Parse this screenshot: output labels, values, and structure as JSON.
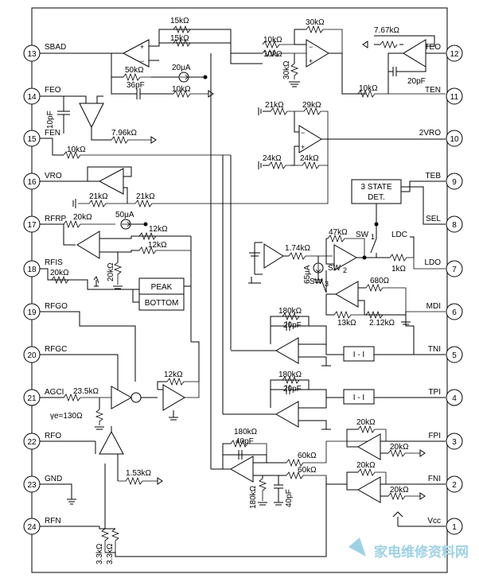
{
  "pins_left": [
    {
      "num": "13",
      "name": "SBAD"
    },
    {
      "num": "14",
      "name": "FEO"
    },
    {
      "num": "15",
      "name": "FEN"
    },
    {
      "num": "16",
      "name": "VRO"
    },
    {
      "num": "17",
      "name": "RFRP"
    },
    {
      "num": "18",
      "name": "RFIS"
    },
    {
      "num": "19",
      "name": "RFGO"
    },
    {
      "num": "20",
      "name": "RFGC"
    },
    {
      "num": "21",
      "name": "AGCI"
    },
    {
      "num": "22",
      "name": "RFO"
    },
    {
      "num": "23",
      "name": "GND"
    },
    {
      "num": "24",
      "name": "RFN"
    }
  ],
  "pins_right": [
    {
      "num": "12",
      "name": "TEO"
    },
    {
      "num": "11",
      "name": "TEN"
    },
    {
      "num": "10",
      "name": "2VRO"
    },
    {
      "num": "9",
      "name": "TEB"
    },
    {
      "num": "8",
      "name": "SEL"
    },
    {
      "num": "7",
      "name": "LDO"
    },
    {
      "num": "6",
      "name": "MDI"
    },
    {
      "num": "5",
      "name": "TNI"
    },
    {
      "num": "4",
      "name": "TPI"
    },
    {
      "num": "3",
      "name": "FPI"
    },
    {
      "num": "2",
      "name": "FNI"
    },
    {
      "num": "1",
      "name": "Vcc"
    }
  ],
  "labels": {
    "sbad_15k_a": "15kΩ",
    "sbad_15k_b": "15kΩ",
    "sbad_50k": "50kΩ",
    "sbad_36p": "36pF",
    "sbad_20ua": "20μA",
    "sbad_10k": "10kΩ",
    "te_30k": "30kΩ",
    "te_10k_a": "10kΩ",
    "te_10k_b": "10kΩ",
    "te_30k_v": "30kΩ",
    "teo_767k": "7.67kΩ",
    "teo_20p": "20pF",
    "ten_10k": "10kΩ",
    "fe_10p": "10pF",
    "fe_796k": "7.96kΩ",
    "fe_10k": "10kΩ",
    "vr_21k": "21kΩ",
    "vr_29k": "29kΩ",
    "vr_24k_a": "24kΩ",
    "vr_24k_b": "24kΩ",
    "vro_21k_a": "21kΩ",
    "vro_21k_b": "21kΩ",
    "rfrp_20k": "20kΩ",
    "rfrp_50ua": "50μA",
    "rfrp_12k_a": "12kΩ",
    "rfrp_12k_b": "12kΩ",
    "rfis_20k_a": "20kΩ",
    "rfis_20k_b": "20kΩ",
    "peak": "PEAK",
    "bottom": "BOTTOM",
    "agc_12k": "12kΩ",
    "agc_235k": "23.5kΩ",
    "agc_re": "γe=130Ω",
    "rfo_153k": "1.53kΩ",
    "rfn_33k_a": "3.3kΩ",
    "rfn_33k_b": "3.3kΩ",
    "state_1": "3 STATE",
    "state_2": "DET.",
    "ld_174k": "1.74kΩ",
    "ld_65ua": "65μA",
    "ld_47k": "47kΩ",
    "ld_sw1": "SW",
    "ld_sw1_sub": "1",
    "ld_ldc": "LDC",
    "ld_1k": "1kΩ",
    "ld_sw2": "SW",
    "ld_sw2_sub": "2",
    "ld_sw3": "SW",
    "ld_sw3_sub": "3",
    "ld_680": "680Ω",
    "ld_13k": "13kΩ",
    "ld_212k": "2.12kΩ",
    "tni_180k": "180kΩ",
    "tni_20p": "20pF",
    "tni_ii": "I - I",
    "tpi_180k": "180kΩ",
    "tpi_20p": "20pF",
    "tpi_ii": "I - I",
    "fo_180k_a": "180kΩ",
    "fo_40p_a": "40pF",
    "fo_60k_a": "60kΩ",
    "fo_60k_b": "60kΩ",
    "fo_180k_v": "180kΩ",
    "fo_40p_v": "40pF",
    "fpi_20k_a": "20kΩ",
    "fpi_20k_b": "20kΩ",
    "fni_20k_a": "20kΩ",
    "fni_20k_b": "20kΩ"
  },
  "watermark": "家电维修资料网"
}
